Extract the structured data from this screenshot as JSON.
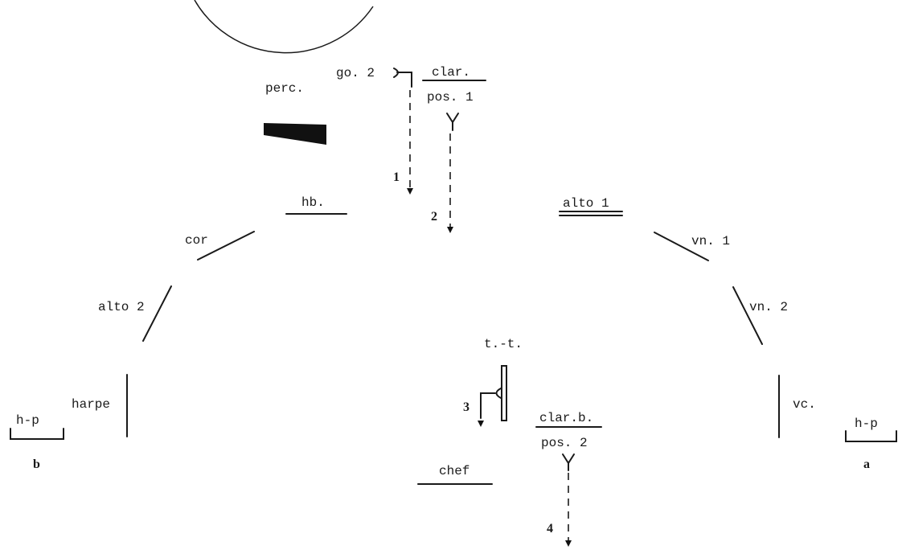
{
  "labels": {
    "perc": "perc.",
    "go2": "go. 2",
    "clar": "clar.",
    "pos1": "pos. 1",
    "hb": "hb.",
    "alto1": "alto 1",
    "cor": "cor",
    "vn1": "vn. 1",
    "alto2": "alto 2",
    "vn2": "vn. 2",
    "tt": "t.-t.",
    "harpe": "harpe",
    "vc": "vc.",
    "hp_left": "h-p",
    "hp_right": "h-p",
    "b": "b",
    "a": "a",
    "clarb": "clar.b.",
    "pos2": "pos. 2",
    "chef": "chef"
  },
  "paths": [
    "1",
    "2",
    "3",
    "4"
  ]
}
